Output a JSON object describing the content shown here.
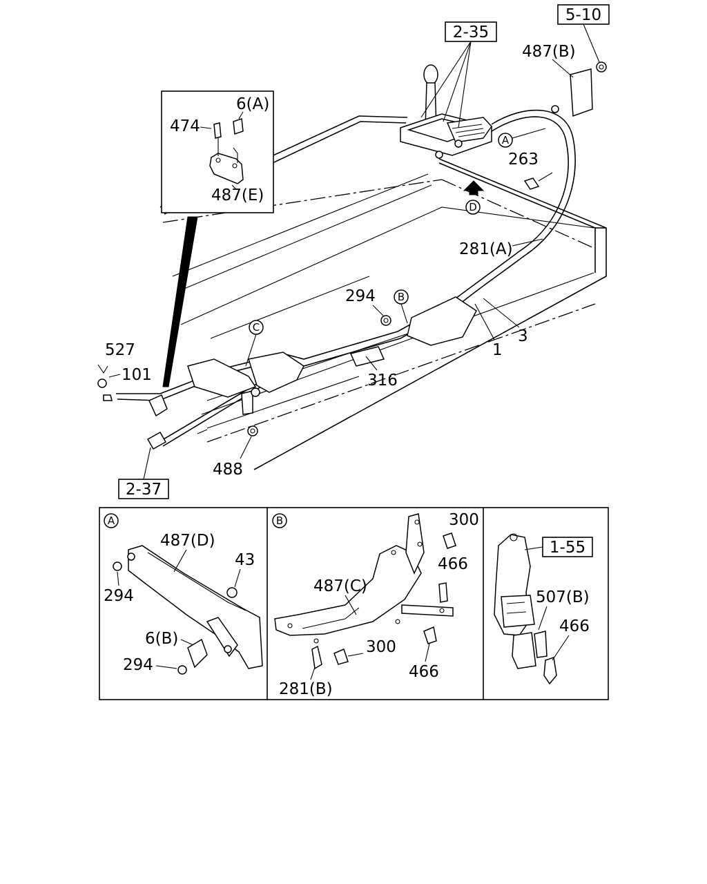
{
  "refs": {
    "r_2_35": "2-35",
    "r_5_10": "5-10",
    "r_2_37": "2-37",
    "r_1_55": "1-55"
  },
  "main": {
    "p487B": "487(B)",
    "p263": "263",
    "p281A": "281(A)",
    "p294": "294",
    "p1": "1",
    "p3": "3",
    "p316": "316",
    "p527": "527",
    "p101": "101",
    "p488": "488"
  },
  "inset": {
    "p474": "474",
    "p6A": "6(A)",
    "p487E": "487(E)"
  },
  "circles": {
    "A": "A",
    "B": "B",
    "C": "C",
    "D": "D"
  },
  "detailA": {
    "tag": "A",
    "p487D": "487(D)",
    "p43": "43",
    "p294a": "294",
    "p6B": "6(B)",
    "p294b": "294"
  },
  "detailB": {
    "tag": "B",
    "p300a": "300",
    "p466a": "466",
    "p487C": "487(C)",
    "p300b": "300",
    "p466b": "466",
    "p281B": "281(B)"
  },
  "detailC": {
    "p507B": "507(B)",
    "p466": "466"
  }
}
